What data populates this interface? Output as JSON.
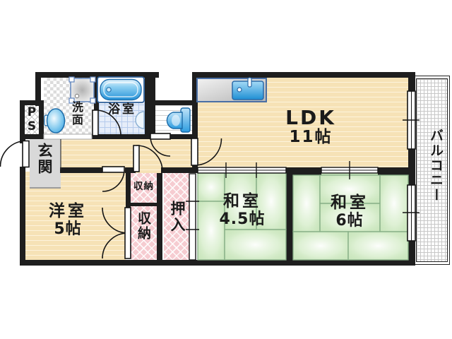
{
  "rooms": {
    "ldk": {
      "label": "LDK",
      "size": "11帖"
    },
    "washitsu45": {
      "label": "和室",
      "size": "4.5帖"
    },
    "washitsu6": {
      "label": "和室",
      "size": "6帖"
    },
    "youshitsu": {
      "label": "洋室",
      "size": "5帖"
    },
    "genkan": {
      "label": "玄関"
    },
    "senmen": {
      "label": "洗面"
    },
    "yokushitsu": {
      "label": "浴室"
    },
    "oshiire": {
      "label": "押入"
    },
    "shunou_small": {
      "label": "収納"
    },
    "shunou_large": {
      "label": "収納"
    },
    "ps": {
      "label": "PS"
    },
    "balcony": {
      "label": "バルコニー"
    }
  },
  "fixtures": {
    "bathtub": "bathtub-icon",
    "washing_machine": "washing-machine-icon",
    "washbasin": "washbasin-icon",
    "toilet": "toilet-icon",
    "kitchen_sink": "kitchen-sink-icon"
  },
  "colors": {
    "wall": "#1e1e1e",
    "wood_floor": "#f6e2b6",
    "tatami_green": "#cae6bd",
    "closet_pink": "#f6ccd1",
    "fixture_blue": "#2f9fe2",
    "genkan_gray": "#d9d9d9"
  }
}
